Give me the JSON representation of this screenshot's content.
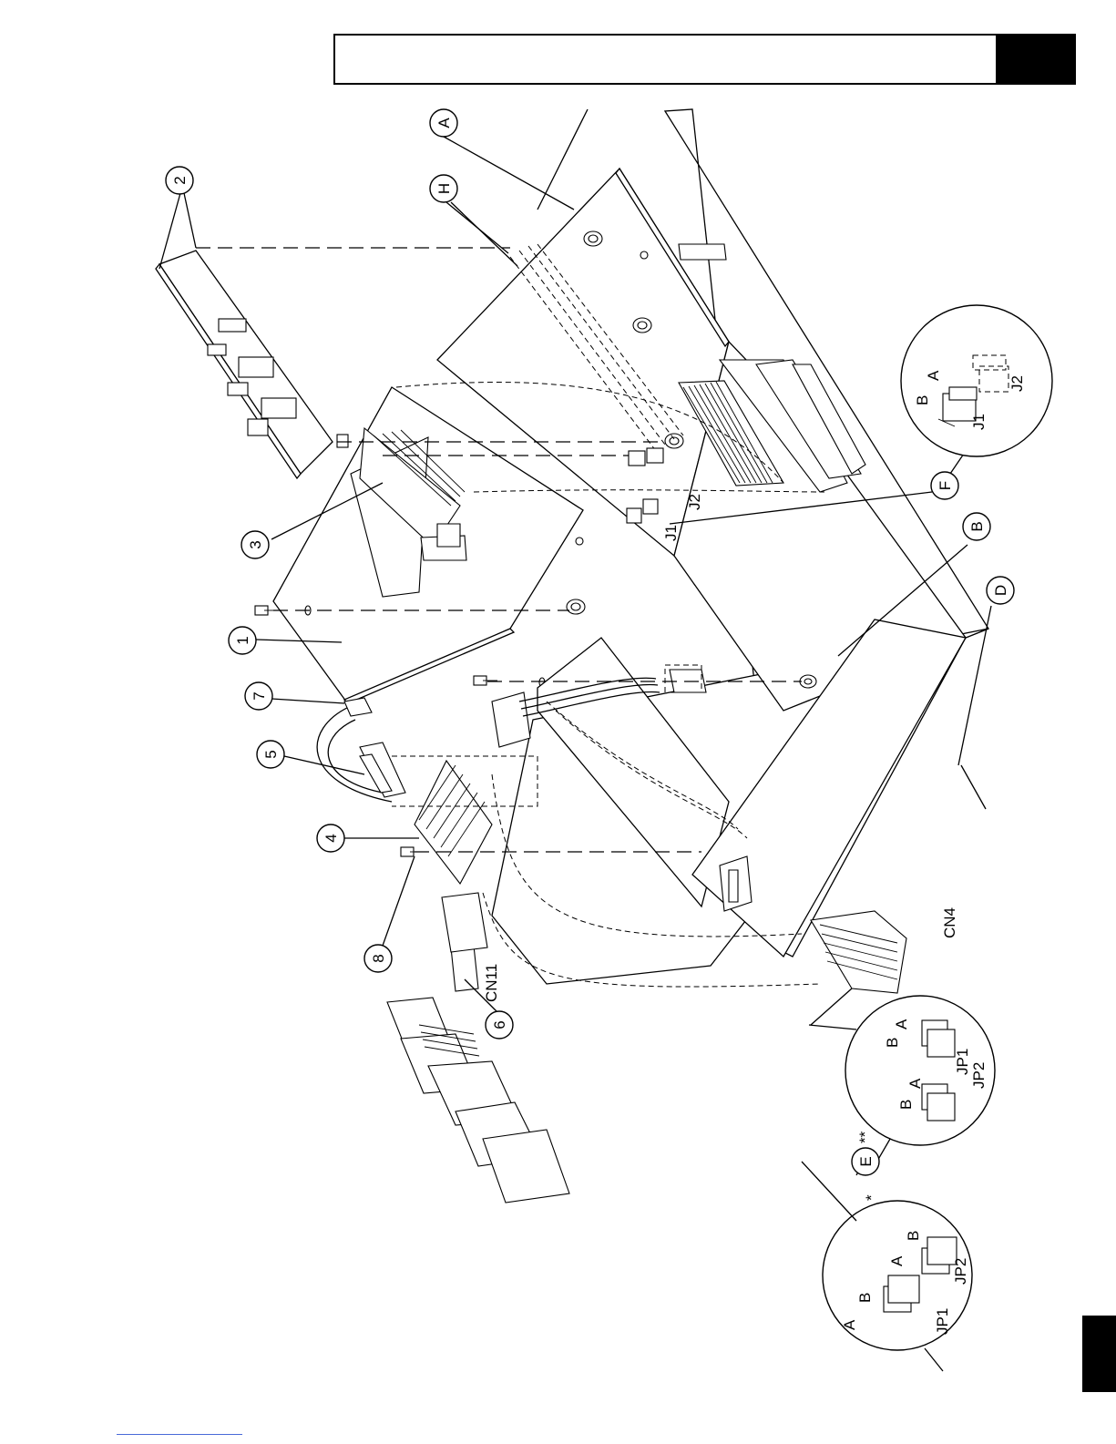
{
  "header": {
    "title": ""
  },
  "callouts": {
    "c1": "1",
    "c2": "2",
    "c3": "3",
    "c4": "4",
    "c5": "5",
    "c6": "6",
    "c7": "7",
    "c8": "8",
    "cA": "A",
    "cB": "B",
    "cD": "D",
    "cE": "E",
    "cF": "F",
    "cH": "H"
  },
  "labels": {
    "j1": "J1",
    "j2": "J2",
    "cn4": "CN4",
    "cn11": "CN11",
    "detail_f": {
      "b": "B",
      "a": "A",
      "j1": "J1",
      "j2": "J2"
    },
    "detail_e_double": {
      "b1": "B",
      "a1": "A",
      "b2": "B",
      "a2": "A",
      "jp1": "JP1",
      "jp2": "JP2",
      "marker": "**"
    },
    "detail_e_single": {
      "a1": "A",
      "b1": "B",
      "a2": "A",
      "b2": "B",
      "jp1": "JP1",
      "jp2": "JP2",
      "marker": "*"
    }
  }
}
